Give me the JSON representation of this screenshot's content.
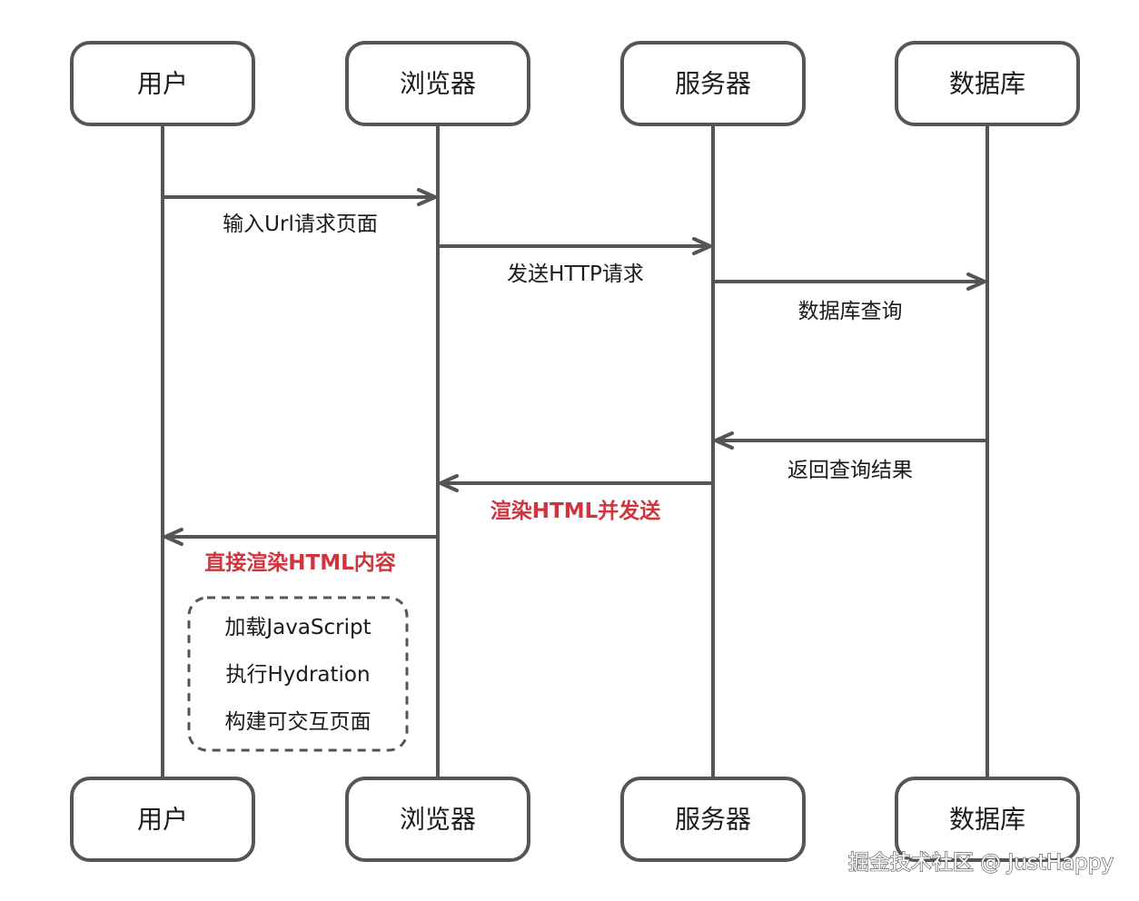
{
  "colors": {
    "line": "#555555",
    "text": "#1a1a1a",
    "highlight": "#d0353f",
    "background": "#ffffff"
  },
  "participants": [
    {
      "id": "user",
      "label": "用户"
    },
    {
      "id": "browser",
      "label": "浏览器"
    },
    {
      "id": "server",
      "label": "服务器"
    },
    {
      "id": "database",
      "label": "数据库"
    }
  ],
  "messages": [
    {
      "from": "user",
      "to": "browser",
      "label": "输入Url请求页面",
      "highlight": false
    },
    {
      "from": "browser",
      "to": "server",
      "label": "发送HTTP请求",
      "highlight": false
    },
    {
      "from": "server",
      "to": "database",
      "label": "数据库查询",
      "highlight": false
    },
    {
      "from": "database",
      "to": "server",
      "label": "返回查询结果",
      "highlight": false
    },
    {
      "from": "server",
      "to": "browser",
      "label": "渲染HTML并发送",
      "highlight": true
    },
    {
      "from": "browser",
      "to": "user",
      "label": "直接渲染HTML内容",
      "highlight": true
    }
  ],
  "note": {
    "over": "user",
    "lines": [
      "加载JavaScript",
      "执行Hydration",
      "构建可交互页面"
    ]
  },
  "watermark": "掘金技术社区 @ JustHappy"
}
